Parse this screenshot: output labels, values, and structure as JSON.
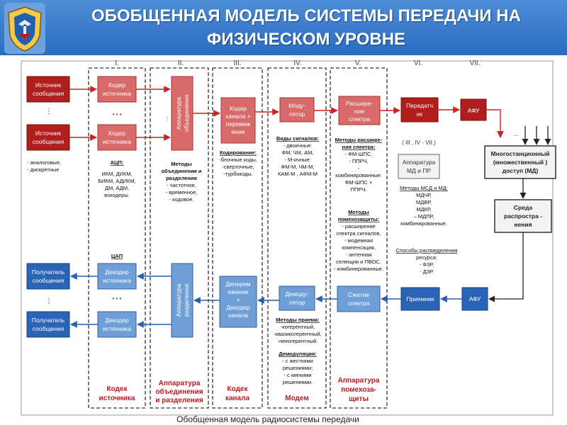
{
  "header": {
    "title_line1": "ОБОБЩЕННАЯ МОДЕЛЬ СИСТЕМЫ ПЕРЕДАЧИ НА",
    "title_line2": "ФИЗИЧЕСКОМ УРОВНЕ"
  },
  "colors": {
    "header": "#3b7fd0",
    "tx_block": "#d96a6a",
    "tx_block_dark": "#b11e1e",
    "rx_block": "#6f9fd6",
    "rx_block_dark": "#2b64b7",
    "section_label": "#c0161f"
  },
  "columns": {
    "c1": "I.",
    "c2": "II.",
    "c3": "III.",
    "c4": "IV.",
    "c5": "V.",
    "c6": "VI.",
    "c7": "VII."
  },
  "tx": {
    "source1": [
      "Источник",
      "сообщения"
    ],
    "source2": [
      "Источник",
      "сообщения"
    ],
    "coder1": [
      "Кодер",
      "источника"
    ],
    "coder2": [
      "Кодер",
      "источника"
    ],
    "mux": [
      "Аппаратура",
      "объединения"
    ],
    "channel_coder": [
      "Кодер",
      "канала +",
      "перемеж",
      "ение"
    ],
    "modulator": [
      "Моду-",
      "лятор"
    ],
    "spread": [
      "Расшире-",
      "ние",
      "спектра"
    ],
    "transmitter": [
      "Передатч",
      "ик"
    ],
    "afu": "АФУ"
  },
  "rx": {
    "receiver1": [
      "Получатель",
      "сообщения"
    ],
    "receiver2": [
      "Получатель",
      "сообщения"
    ],
    "decoder1": [
      "Декодер",
      "источника"
    ],
    "decoder2": [
      "Декодер",
      "источника"
    ],
    "demux": [
      "Аппаратура",
      "разделения"
    ],
    "channel_decoder": [
      "Деперем",
      "ежение",
      "+",
      "Декодер",
      "канала"
    ],
    "demodulator": [
      "Демоду-",
      "лятор"
    ],
    "despread": [
      "Сжатие",
      "спектра"
    ],
    "receiver": "Приемник",
    "afu": "АФУ"
  },
  "env": {
    "md_box": [
      "Многостанционный",
      "(множественный )",
      "доступ (МД)"
    ],
    "medium": [
      "Среда",
      "распростра -",
      "нения"
    ],
    "md_pr": [
      "Аппаратура",
      "МД и ПР"
    ],
    "stage_range": "( III , IV - VII.)"
  },
  "notes": {
    "source_types": [
      "- аналоговые,",
      "- дискретные"
    ],
    "adc_title": "АЦП:",
    "adc_list": [
      "ИКМ, ДИКМ,",
      "БИКМ, АДИКМ,",
      "ДМ, АДМ,",
      "вокодеры."
    ],
    "dac": "ЦАП",
    "mux_methods": [
      "Методы",
      "объединения и",
      "разделения",
      "- частотное,",
      "- временное,",
      "- кодовое."
    ],
    "coding": [
      "Кодирование:",
      "-блочные коды,",
      "-сверточные,",
      "-турбокоды."
    ],
    "signals": [
      "Виды сигналов:",
      "- двоичные:",
      "ФМ, ЧМ, АМ;",
      "- М-ичные:",
      "ФМ-М, ЧМ-М,",
      "КАМ-М , АФМ-М"
    ],
    "spread_methods": [
      "Методы расшире-",
      "ния спектра:",
      "- ФМ-ШПС,",
      "- ППРЧ,",
      "-",
      "комбинированные:",
      "ФМ-ШПС +",
      "ППРЧ."
    ],
    "jam_methods": [
      "Методы",
      "помехозащиты:",
      "- расширение",
      "спектра сигналов,",
      "- модемная",
      "компенсация,",
      "- антенная",
      "селекция и ПВОС,",
      "- комбинированные."
    ],
    "md_methods": [
      "Методы МСД и МД:",
      "МДЧР,",
      "МДВР,",
      "МДКР,",
      "– МДПР,",
      "комбинированные."
    ],
    "resource_methods": [
      "Способы распределения",
      "ресурса:",
      "- ФЗР,",
      "- ДЗР."
    ],
    "reception": [
      "Методы приема:",
      "-когерентный,",
      "-квазикогерентный,",
      "-некогерентный."
    ],
    "demod": [
      "Демодуляция:",
      "- с жесткими",
      "решениями;",
      "- с мягкими",
      "решениями."
    ]
  },
  "sections": {
    "s1": [
      "Кодек",
      "источника"
    ],
    "s2": [
      "Аппаратура",
      "объединения",
      "и разделения"
    ],
    "s3": [
      "Кодек",
      "канала"
    ],
    "s4": [
      "Модем"
    ],
    "s5": [
      "Аппаратура",
      "помехоза-",
      "щиты"
    ]
  },
  "caption": "Обобщенная модель радиосистемы передачи",
  "dots": "• • •"
}
